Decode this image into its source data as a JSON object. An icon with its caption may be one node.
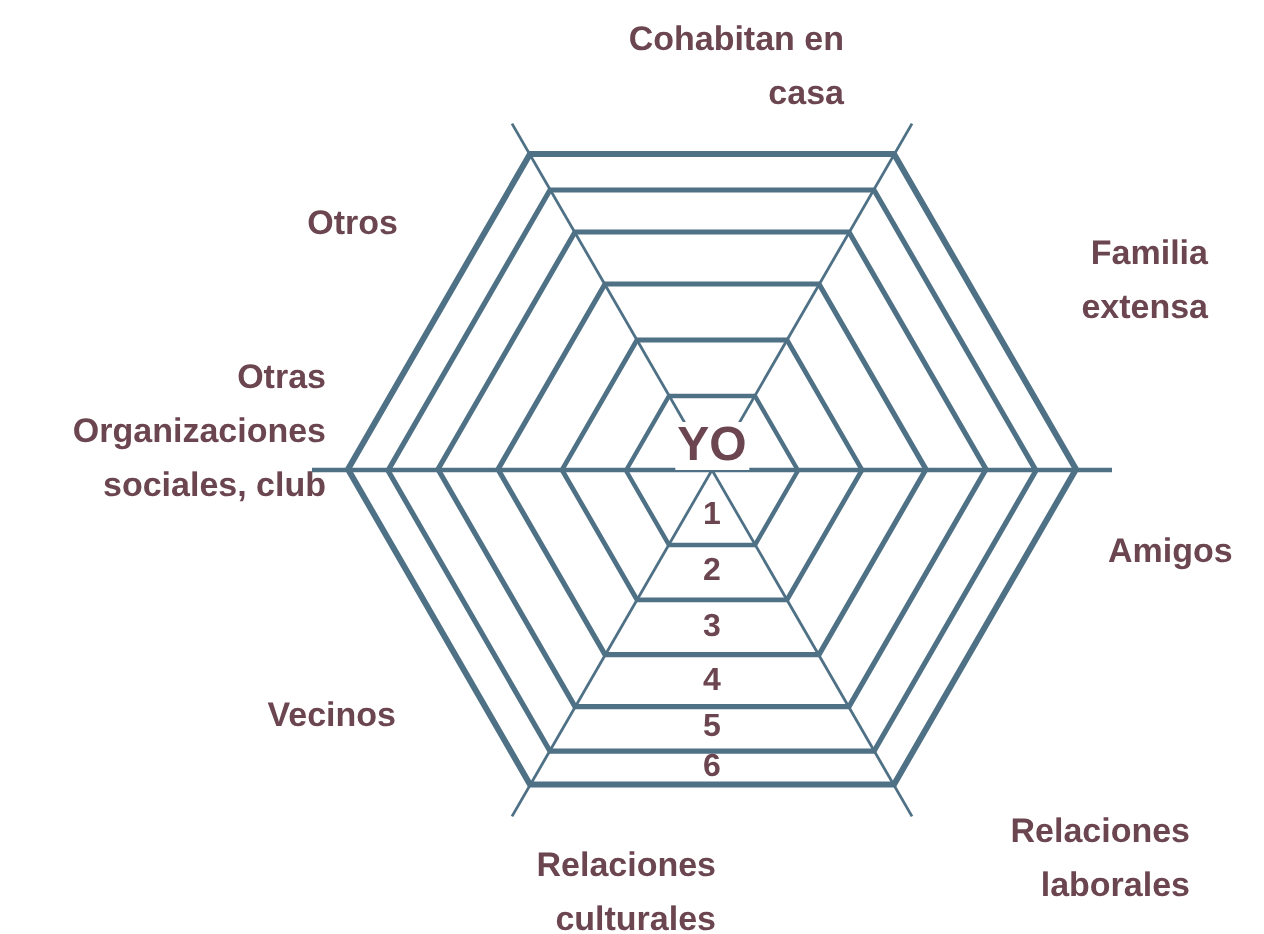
{
  "diagram": {
    "nodes": [
      {
        "text": [
          "6"
        ]
      },
      {
        "text": [
          "5"
        ],
        "in": 0
      },
      {
        "text": [
          "4"
        ],
        "in": 1
      },
      {
        "text": [
          "3"
        ],
        "in": 2
      },
      {
        "text": [
          "2"
        ],
        "in": 3
      },
      {
        "text": [
          "YO",
          "1"
        ],
        "in": 4
      }
    ],
    "labels": [
      "Cohabitan en casa",
      "Familia extensa",
      "Otros",
      "Otras Organizaciones sociales, club",
      "Amigos",
      "Vecinos",
      "Relaciones laborales",
      "Relaciones culturales"
    ]
  }
}
